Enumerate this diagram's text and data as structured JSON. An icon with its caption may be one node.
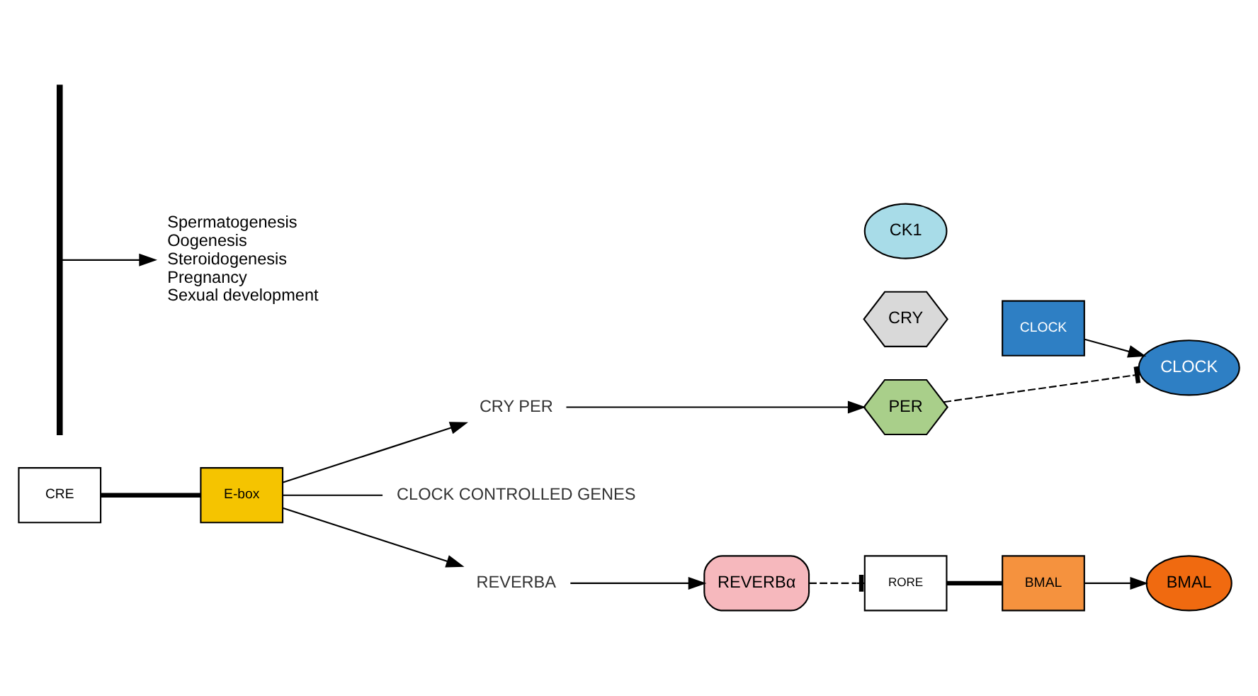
{
  "diagram": {
    "nodes": [
      {
        "text": [
          "RORE"
        ]
      },
      {
        "text": [
          "BMAL"
        ]
      },
      {
        "text": [
          "CLOCK"
        ]
      },
      {
        "text": [
          "CRY"
        ]
      },
      {
        "text": [
          "CK1"
        ]
      },
      {
        "text": [
          "PER"
        ]
      },
      {
        "text": [
          "CLOCK"
        ]
      },
      {
        "text": [
          "BMAL"
        ]
      },
      {
        "text": [
          "CRE"
        ]
      },
      {
        "text": [
          "E-box"
        ]
      },
      {
        "text": [
          "CRY PER"
        ]
      },
      {
        "text": [
          "CLOCK CONTROLLED GENES"
        ]
      },
      {
        "text": [
          "REVERBA"
        ]
      },
      {
        "text": [
          "REVERBα"
        ]
      },
      {
        "text": [],
        "shape": "bar"
      },
      {
        "text": [
          "Spermatogenesis",
          "Oogenesis",
          "Steroidogenesis",
          "Pregnancy",
          "Sexual development"
        ]
      }
    ],
    "edges": [
      {
        "from": 0,
        "to": 1,
        "arrow": "none",
        "style": "thick"
      },
      {
        "from": 1,
        "to": 7,
        "arrow": "to"
      },
      {
        "from": 2,
        "to": 6,
        "arrow": "to"
      },
      {
        "from": 5,
        "to": 6,
        "arrow": "other",
        "style": "dashed"
      },
      {
        "from": 13,
        "to": 0,
        "arrow": "other",
        "style": "dashed"
      },
      {
        "from": 8,
        "to": 9,
        "arrow": "none",
        "style": "thick"
      },
      {
        "from": 9,
        "to": 10,
        "arrow": "to"
      },
      {
        "from": 9,
        "to": 11,
        "arrow": "none"
      },
      {
        "from": 9,
        "to": 12,
        "arrow": "to"
      },
      {
        "from": 10,
        "to": 5,
        "arrow": "to"
      },
      {
        "from": 12,
        "to": 13,
        "arrow": "to"
      },
      {
        "from": 14,
        "to": 15,
        "arrow": "to"
      }
    ]
  }
}
